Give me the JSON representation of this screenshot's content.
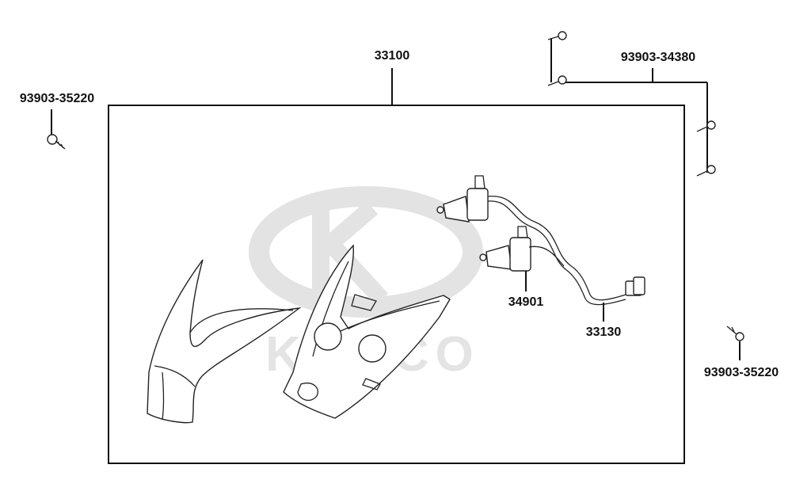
{
  "labels": {
    "assembly": "33100",
    "screw_left": "93903-35220",
    "screw_right": "93903-35220",
    "screw_set": "93903-34380",
    "bulb": "34901",
    "harness": "33130"
  },
  "watermark": {
    "brand": "KYMCO"
  },
  "colors": {
    "line": "#111111",
    "watermark": "#e3e3e3",
    "background": "#ffffff"
  }
}
